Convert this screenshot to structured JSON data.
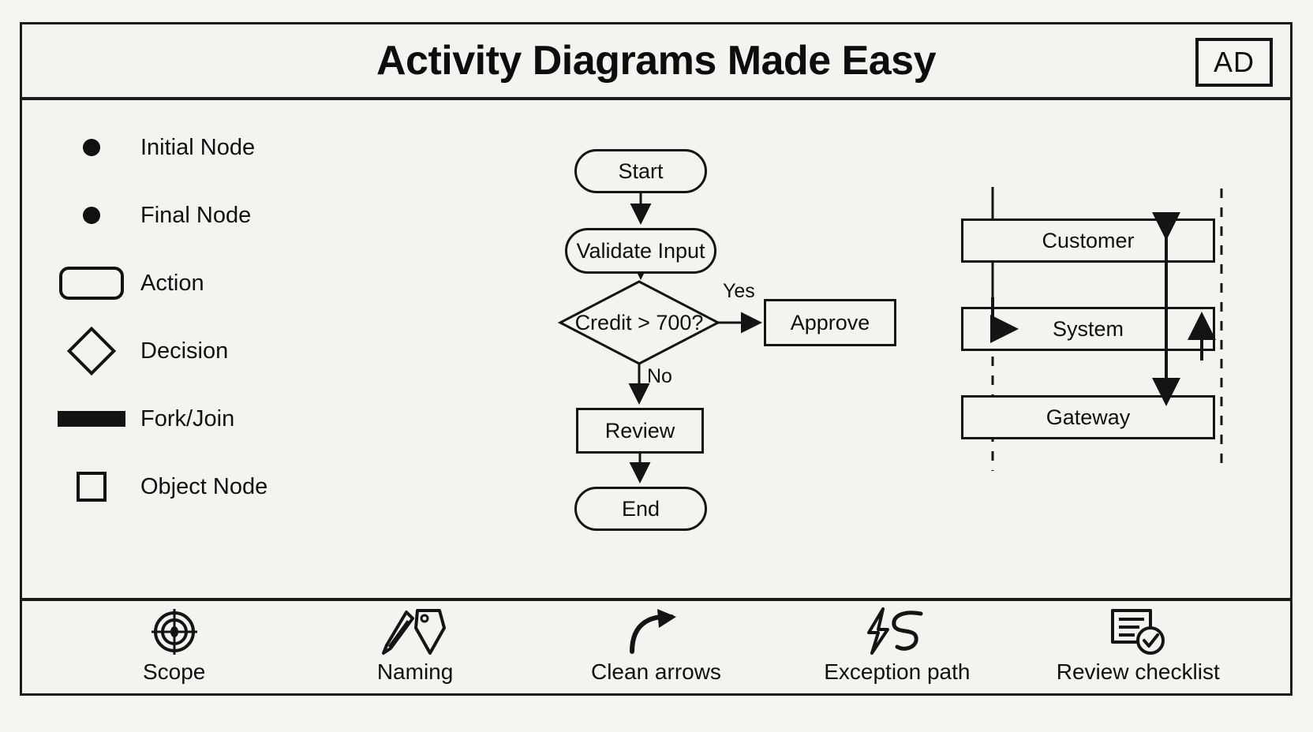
{
  "header": {
    "title": "Activity Diagrams Made Easy",
    "badge": "AD"
  },
  "legend": {
    "items": [
      {
        "label": "Initial Node",
        "glyph": "filled-circle"
      },
      {
        "label": "Final Node",
        "glyph": "filled-circle"
      },
      {
        "label": "Action",
        "glyph": "rounded-rectangle"
      },
      {
        "label": "Decision",
        "glyph": "diamond"
      },
      {
        "label": "Fork/Join",
        "glyph": "solid-bar"
      },
      {
        "label": "Object Node",
        "glyph": "square"
      }
    ]
  },
  "flow": {
    "nodes": {
      "start": "Start",
      "validate": "Validate Input",
      "decision": "Credit > 700?",
      "approve": "Approve",
      "review": "Review",
      "end": "End"
    },
    "edges": {
      "yes": "Yes",
      "no": "No"
    }
  },
  "lanes": {
    "items": [
      {
        "label": "Customer"
      },
      {
        "label": "System"
      },
      {
        "label": "Gateway"
      }
    ]
  },
  "footer": {
    "items": [
      {
        "label": "Scope",
        "icon": "target-icon"
      },
      {
        "label": "Naming",
        "icon": "pencil-tag-icon"
      },
      {
        "label": "Clean arrows",
        "icon": "curved-arrow-icon"
      },
      {
        "label": "Exception path",
        "icon": "lightning-squiggle-icon"
      },
      {
        "label": "Review checklist",
        "icon": "document-check-icon"
      }
    ]
  },
  "colors": {
    "ink": "#131313",
    "paper": "#f4f3ef"
  }
}
